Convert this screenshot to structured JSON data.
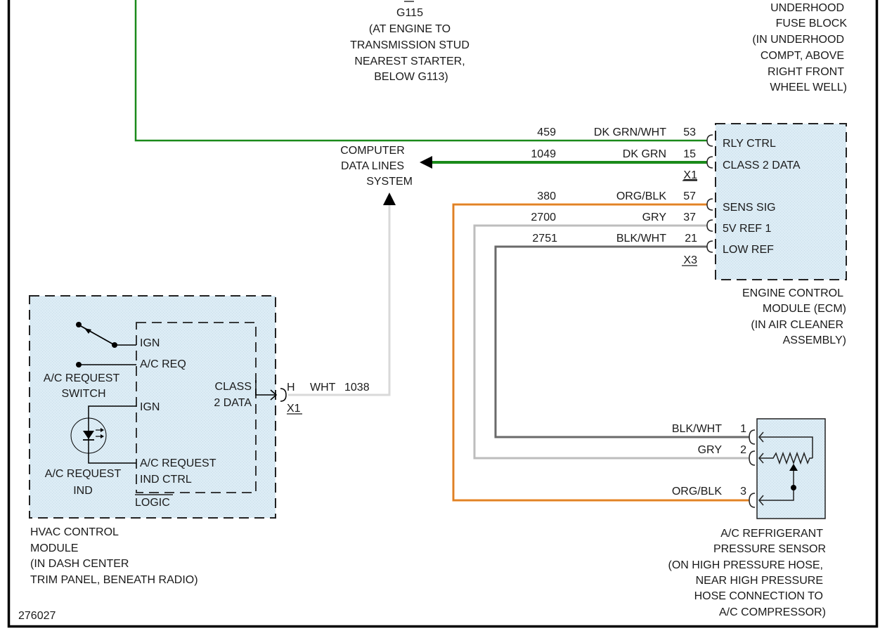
{
  "diagram_id": "276027",
  "colors": {
    "dk_grn": "#1a8a1a",
    "org_blk": "#f08a24",
    "gry": "#bdbdbd",
    "blk_wht": "#6a6a6a",
    "wht": "#d9d9d9",
    "module_fill": "#dcecf5",
    "border": "#000000"
  },
  "ground": {
    "name": "G115",
    "location_lines": [
      "(AT ENGINE TO",
      "TRANSMISSION STUD",
      "NEAREST STARTER,",
      "BELOW G113)"
    ]
  },
  "fuse_block": {
    "name_lines": [
      "UNDERHOOD",
      "FUSE BLOCK"
    ],
    "location_lines": [
      "(IN UNDERHOOD",
      "COMPT, ABOVE",
      "RIGHT FRONT",
      "WHEEL WELL)"
    ]
  },
  "data_lines": {
    "label_lines": [
      "COMPUTER",
      "DATA LINES",
      "SYSTEM"
    ]
  },
  "ecm": {
    "name_lines": [
      "ENGINE CONTROL",
      "MODULE (ECM)",
      "(IN AIR CLEANER",
      "ASSEMBLY)"
    ],
    "connectors": [
      "X1",
      "X3"
    ],
    "pins": [
      {
        "circuit": "459",
        "color": "DK GRN/WHT",
        "pin": "53",
        "function": "RLY CTRL"
      },
      {
        "circuit": "1049",
        "color": "DK GRN",
        "pin": "15",
        "function": "CLASS 2 DATA"
      },
      {
        "circuit": "380",
        "color": "ORG/BLK",
        "pin": "57",
        "function": "SENS SIG"
      },
      {
        "circuit": "2700",
        "color": "GRY",
        "pin": "37",
        "function": "5V REF 1"
      },
      {
        "circuit": "2751",
        "color": "BLK/WHT",
        "pin": "21",
        "function": "LOW REF"
      }
    ]
  },
  "hvac": {
    "name_lines": [
      "HVAC CONTROL",
      "MODULE",
      "(IN DASH CENTER",
      "TRIM PANEL, BENEATH RADIO)"
    ],
    "switch_label_lines": [
      "A/C REQUEST",
      "SWITCH"
    ],
    "ind_label_lines": [
      "A/C REQUEST",
      "IND"
    ],
    "logic_label": "LOGIC",
    "pins": {
      "ign1": "IGN",
      "ac_req": "A/C REQ",
      "ign2": "IGN",
      "ind_ctrl_lines": [
        "A/C REQUEST",
        "IND CTRL"
      ],
      "class2_lines": [
        "CLASS",
        "2 DATA"
      ]
    },
    "connector": {
      "pin": "H",
      "color": "WHT",
      "circuit": "1038",
      "name": "X1"
    }
  },
  "sensor": {
    "name_lines": [
      "A/C REFRIGERANT",
      "PRESSURE SENSOR",
      "(ON HIGH PRESSURE HOSE,",
      "NEAR HIGH PRESSURE",
      "HOSE CONNECTION TO",
      "A/C COMPRESSOR)"
    ],
    "pins": [
      {
        "color": "BLK/WHT",
        "pin": "1"
      },
      {
        "color": "GRY",
        "pin": "2"
      },
      {
        "color": "ORG/BLK",
        "pin": "3"
      }
    ]
  }
}
